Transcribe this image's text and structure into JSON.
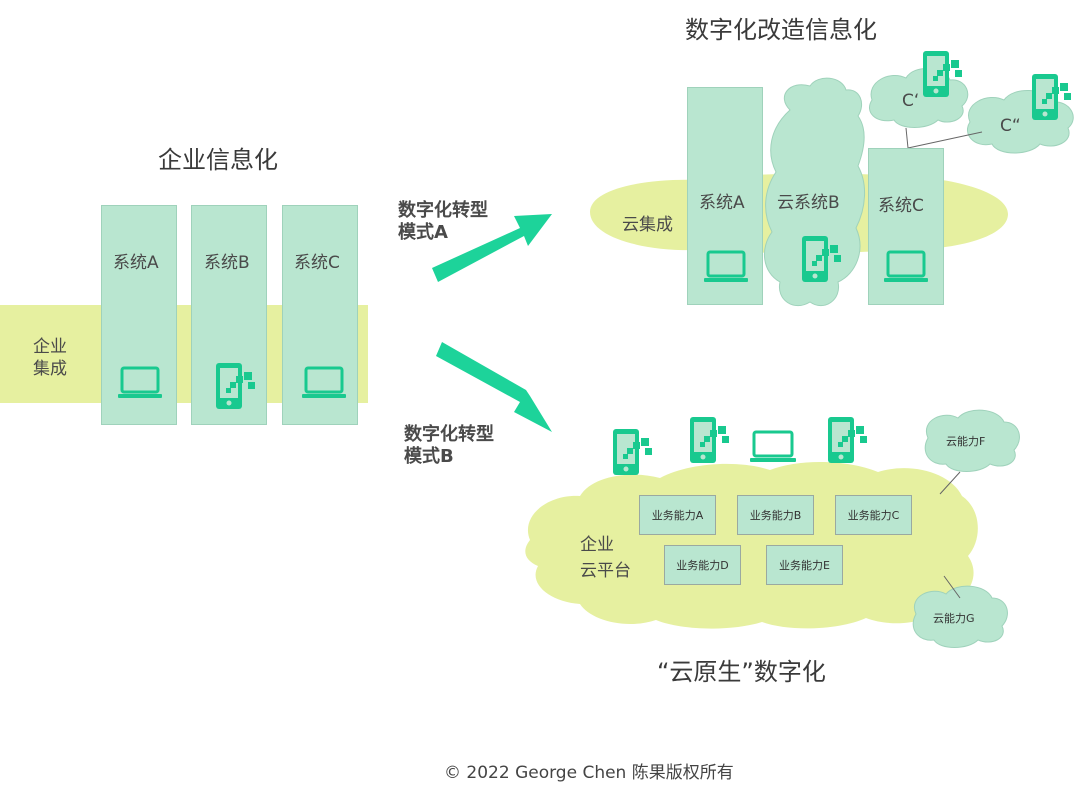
{
  "left": {
    "title": "企业信息化",
    "band_label_line1": "企业",
    "band_label_line2": "集成",
    "systems": [
      "系统A",
      "系统B",
      "系统C"
    ]
  },
  "arrows": {
    "a_line1": "数字化转型",
    "a_line2": "模式A",
    "b_line1": "数字化转型",
    "b_line2": "模式B"
  },
  "top_right": {
    "title": "数字化改造信息化",
    "cloud_integration": "云集成",
    "system_a": "系统A",
    "cloud_system_b": "云系统B",
    "system_c": "系统C",
    "c_prime": "C‘",
    "c_double_prime": "C“"
  },
  "bottom_right": {
    "platform_line1": "企业",
    "platform_line2": "云平台",
    "capabilities": [
      "业务能力A",
      "业务能力B",
      "业务能力C",
      "业务能力D",
      "业务能力E"
    ],
    "cloud_f": "云能力F",
    "cloud_g": "云能力G",
    "title": "“云原生”数字化"
  },
  "footer": "© 2022 George Chen 陈果版权所有",
  "colors": {
    "mint": "#b9e6d0",
    "yellow_green": "#e6f0a0",
    "arrow_green": "#1dd39a",
    "device_green": "#19c98f"
  }
}
